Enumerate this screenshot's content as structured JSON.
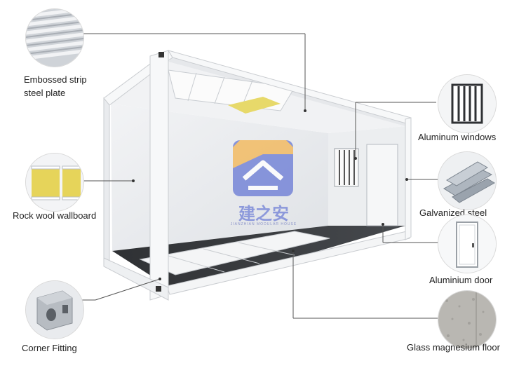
{
  "callouts": {
    "embossed_strip": {
      "line1": "Embossed strip",
      "line2": "steel plate"
    },
    "rock_wool": "Rock wool wallboard",
    "corner_fitting": "Corner Fitting",
    "aluminum_windows": "Aluminum windows",
    "galvanized_steel": "Galvanized steel",
    "aluminium_door": "Aluminium door",
    "glass_magnesium_floor": "Glass magnesium floor"
  },
  "watermark": {
    "chinese": "建之安",
    "latin": "JIANZHIAN MODULAR HOUSE"
  },
  "colors": {
    "frame": "#f4f5f6",
    "frame_shadow": "#c9ccd0",
    "wall": "#e9ebed",
    "floor": "#3a3c3f",
    "insulation": "#e7d96a",
    "logo_blue": "#6f7fd6",
    "logo_orange": "#f3b85a"
  }
}
